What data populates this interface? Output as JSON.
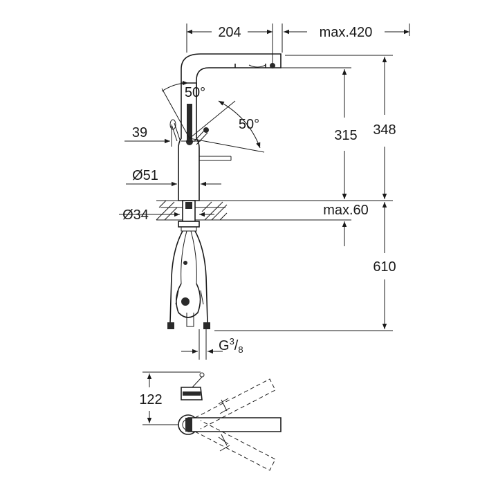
{
  "dimensions": {
    "spout_reach": "204",
    "max_reach": "max.420",
    "lever_angle_left": "50°",
    "lever_angle_right": "50°",
    "lever_offset": "39",
    "outlet_height": "315",
    "total_height": "348",
    "body_diameter": "Ø51",
    "hole_diameter": "Ø34",
    "max_thickness": "max.60",
    "supply_length": "610",
    "thread": "G",
    "thread_num": "3",
    "thread_den": "8",
    "lever_clearance": "122"
  },
  "colors": {
    "line": "#1a1a1a",
    "dark_part": "#2a2a2a",
    "grey_part": "#9a9a9a",
    "background": "#ffffff"
  }
}
